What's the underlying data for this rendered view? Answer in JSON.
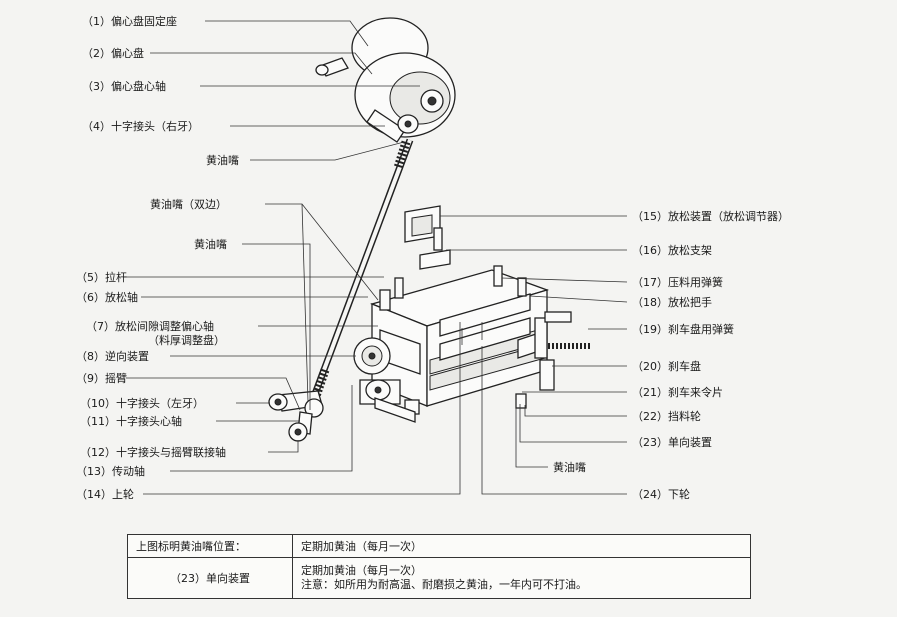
{
  "labels_left": [
    "（1）偏心盘固定座",
    "（2）偏心盘",
    "（3）偏心盘心轴",
    "（4）十字接头（右牙）",
    "黄油嘴",
    "黄油嘴（双边）",
    "黄油嘴",
    "（5）拉杆",
    "（6）放松轴",
    "（7）放松间隙调整偏心轴",
    "（料厚调整盘）",
    "（8）逆向装置",
    "（9）摇臂",
    "（10）十字接头（左牙）",
    "（11）十字接头心轴",
    "（12）十字接头与摇臂联接轴",
    "（13）传动轴",
    "（14）上轮"
  ],
  "labels_right": [
    "（15）放松装置（放松调节器）",
    "（16）放松支架",
    "（17）压料用弹簧",
    "（18）放松把手",
    "（19）刹车盘用弹簧",
    "（20）刹车盘",
    "（21）刹车来令片",
    "（22）挡料轮",
    "（23）单向装置",
    "黄油嘴",
    "（24）下轮"
  ],
  "table": {
    "row1": {
      "left": "上图标明黄油嘴位置：",
      "right": "定期加黄油（每月一次）"
    },
    "row2": {
      "left": "（23）单向装置",
      "right_line1": "定期加黄油（每月一次）",
      "right_line2": "注意：如所用为耐高温、耐磨损之黄油，一年内可不打油。"
    }
  }
}
